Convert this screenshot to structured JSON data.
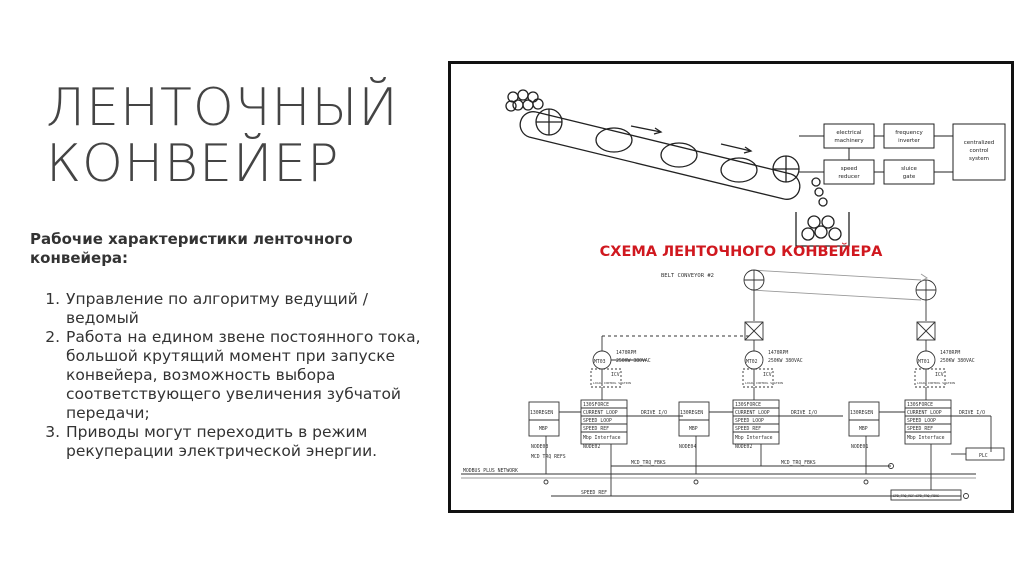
{
  "slide": {
    "title_line1": "ЛЕНТОЧНЫЙ",
    "title_line2": "КОНВЕЙЕР",
    "subheading": "Рабочие характеристики ленточного конвейера:",
    "items": [
      {
        "num": "1.",
        "text": "Управление по алгоритму ведущий / ведомый"
      },
      {
        "num": "2.",
        "text": "Работа на едином звене постоянного тока, большой крутящий момент при запуске конвейера, возможность выбора соответствующего увеличения зубчатой передачи;"
      },
      {
        "num": "3.",
        "text": "Приводы могут переходить в режим рекуперации электрической энергии."
      }
    ]
  },
  "diagram": {
    "caption": "СХЕМА ЛЕНТОЧНОГО КОНВЕЙЕРА",
    "caption_color": "#d0181f",
    "blocks": {
      "electrical_machinery_1": "electrical",
      "electrical_machinery_2": "machinery",
      "frequency_inverter_1": "frequency",
      "frequency_inverter_2": "inverter",
      "centralized_1": "centralized",
      "centralized_2": "control",
      "centralized_3": "system",
      "speed_reducer_1": "speed",
      "speed_reducer_2": "reducer",
      "sluice_gate_1": "sluice",
      "sluice_gate_2": "gate"
    },
    "belt_label": "BELT CONVEYOR #2",
    "motors": [
      "MT03",
      "MT02",
      "MT01"
    ],
    "motor_spec_1": "1470RPM",
    "motor_spec_2": "250KW  380VAC",
    "icv": "ICV",
    "local_control": "LOCAL CONTROL STATION",
    "regen": "130REGEN",
    "mbp": "MBP",
    "force": "130SFORCE",
    "current_loop": "CURRENT LOOP",
    "speed_loop": "SPEED LOOP",
    "speed_ref": "SPEED REF",
    "mbp_if": "Mbp Interface",
    "drive_io": "DRIVE I/O",
    "nodes": [
      "NODE03",
      "NODE04",
      "NODE01"
    ],
    "node_pair": "NODE02",
    "modbus": "MODBUS PLUS NETWORK",
    "mcd_refs": "MCD TRQ REFS",
    "mcd_fbks": "MCD_TRQ_FBKS",
    "speed_ref_bus": "SPEED REF",
    "plc": "PLC",
    "bottom_box": "SPD_TRQ_REF+SPD_TRQ_FBKS"
  }
}
